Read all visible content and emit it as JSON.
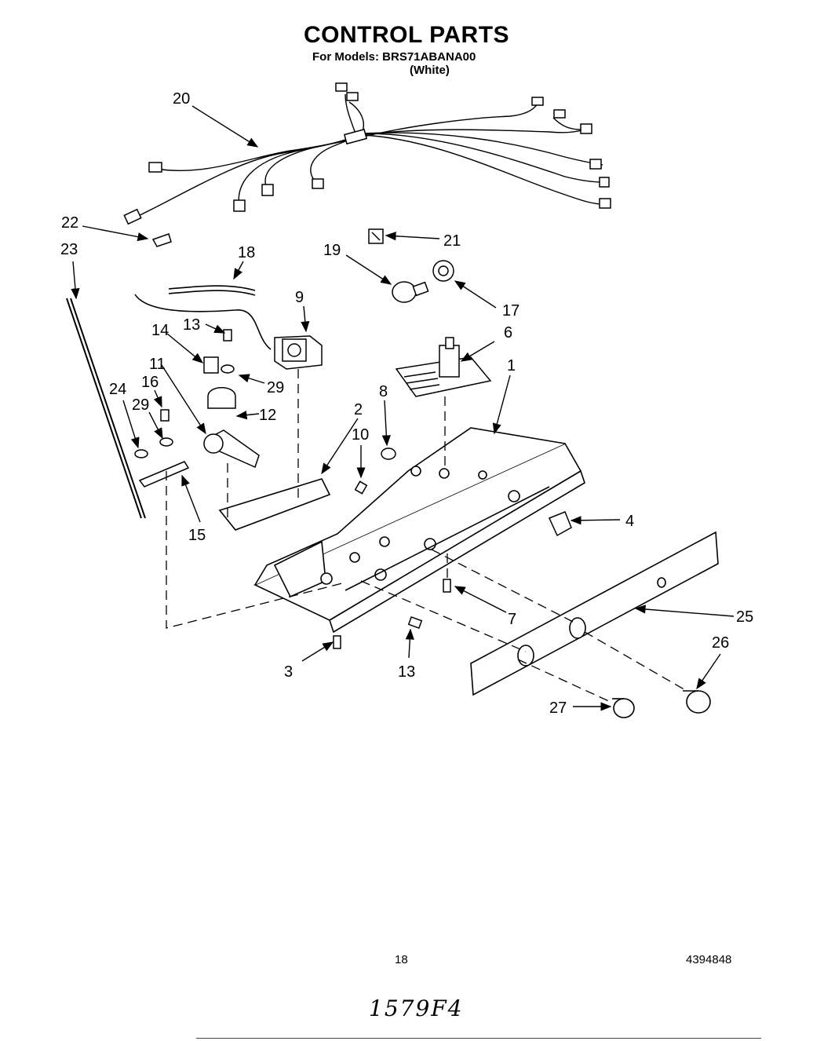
{
  "header": {
    "title": "CONTROL PARTS",
    "subtitle": "For Models: BRS71ABANA00",
    "variant": "(White)"
  },
  "callouts": [
    "1",
    "2",
    "3",
    "4",
    "6",
    "7",
    "8",
    "9",
    "10",
    "11",
    "12",
    "13",
    "13",
    "14",
    "15",
    "16",
    "17",
    "18",
    "19",
    "20",
    "21",
    "22",
    "23",
    "24",
    "25",
    "26",
    "27",
    "29",
    "29"
  ],
  "footer": {
    "page_number": "18",
    "document_number": "4394848",
    "handwritten_note": "1579F4"
  }
}
